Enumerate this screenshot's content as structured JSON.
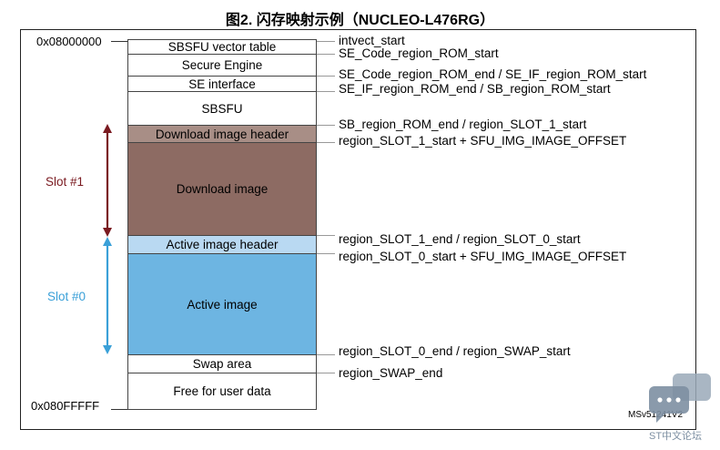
{
  "title": "图2. 闪存映射示例（NUCLEO-L476RG）",
  "addresses": {
    "start": "0x08000000",
    "end": "0x080FFFFF"
  },
  "regions": [
    {
      "label": "SBSFU vector table",
      "color": "#ffffff"
    },
    {
      "label": "Secure Engine",
      "color": "#ffffff"
    },
    {
      "label": "SE interface",
      "color": "#ffffff"
    },
    {
      "label": "SBSFU",
      "color": "#ffffff"
    },
    {
      "label": "Download image header",
      "color": "#a88e86"
    },
    {
      "label": "Download image",
      "color": "#8d6b63"
    },
    {
      "label": "Active image header",
      "color": "#b9d9f2"
    },
    {
      "label": "Active image",
      "color": "#6db5e2"
    },
    {
      "label": "Swap area",
      "color": "#ffffff"
    },
    {
      "label": "Free for user data",
      "color": "#ffffff"
    }
  ],
  "boundary_labels": [
    "intvect_start",
    "SE_Code_region_ROM_start",
    "SE_Code_region_ROM_end / SE_IF_region_ROM_start",
    "SE_IF_region_ROM_end / SB_region_ROM_start",
    "SB_region_ROM_end / region_SLOT_1_start",
    "region_SLOT_1_start + SFU_IMG_IMAGE_OFFSET",
    "region_SLOT_1_end / region_SLOT_0_start",
    "region_SLOT_0_start + SFU_IMG_IMAGE_OFFSET",
    "region_SLOT_0_end / region_SWAP_start",
    "region_SWAP_end"
  ],
  "slots": [
    {
      "label": "Slot #1",
      "color": "#7a1a20"
    },
    {
      "label": "Slot #0",
      "color": "#3aa0d8"
    }
  ],
  "figure_id": "MSv51241V2",
  "watermark_text": "ST中文论坛"
}
